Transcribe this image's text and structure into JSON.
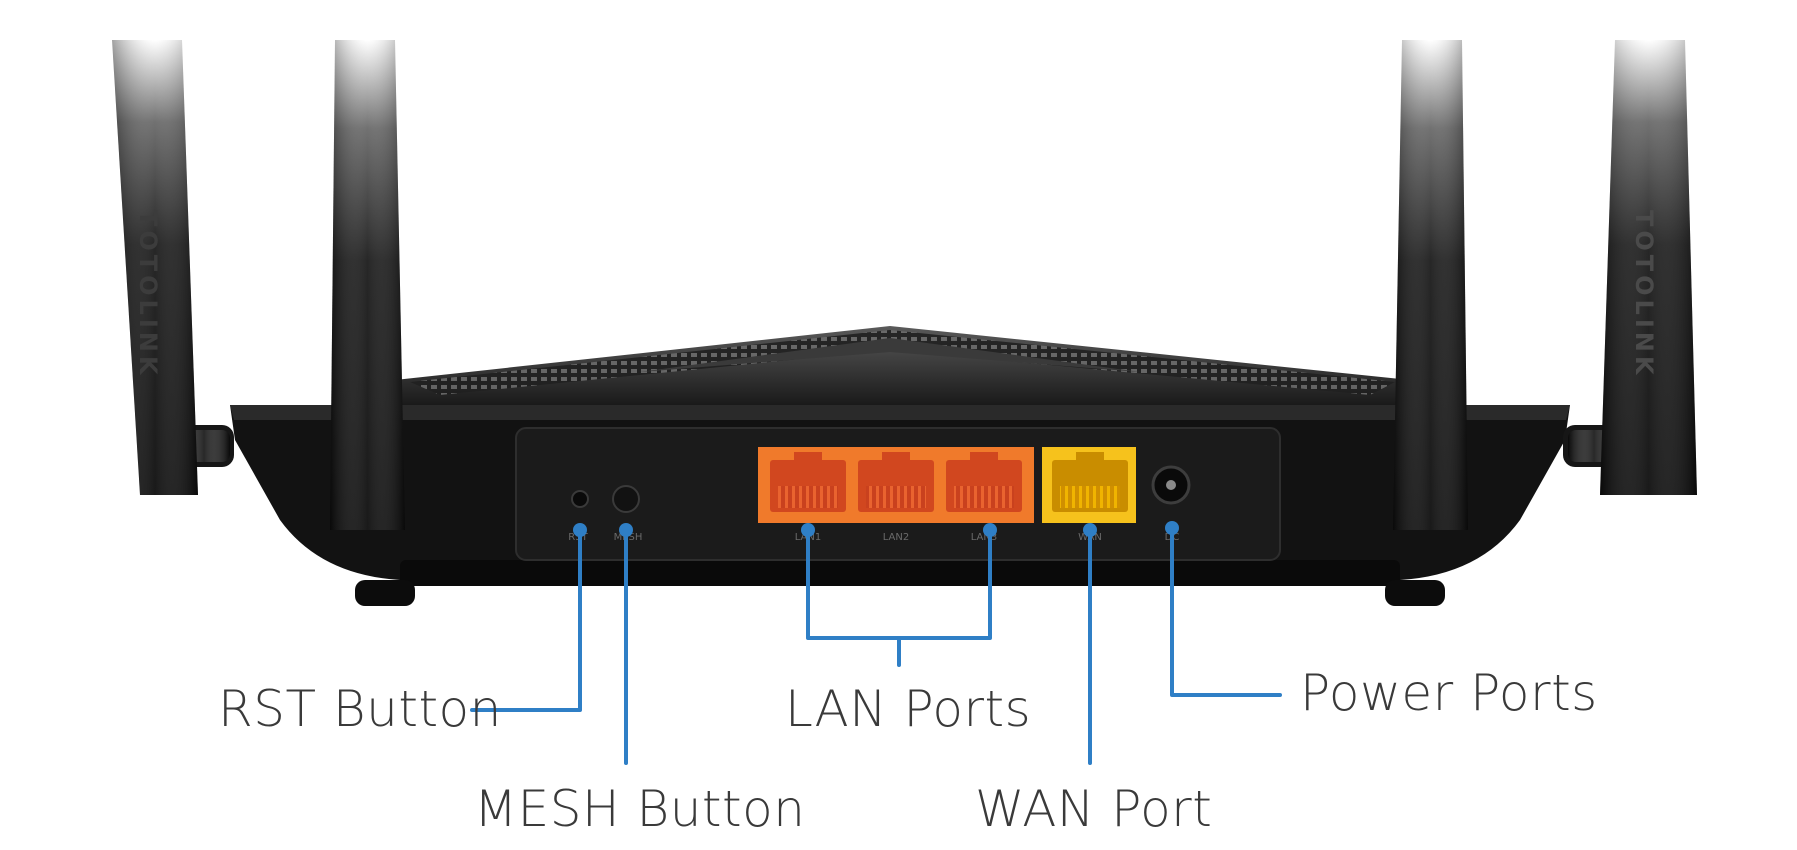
{
  "brand_text": "TOTOLINK",
  "port_labels": {
    "rst": "RST",
    "mesh": "MESH",
    "lan1": "LAN1",
    "lan2": "LAN2",
    "lan3": "LAN3",
    "wan": "WAN",
    "dc": "DC"
  },
  "callouts": {
    "rst_button": "RST Button",
    "mesh_button": "MESH Button",
    "lan_ports": "LAN Ports",
    "wan_port": "WAN Port",
    "power_ports": "Power Ports"
  },
  "colors": {
    "callout_line": "#2f7fc6",
    "lan_port": "#f07a2b",
    "wan_port": "#f6c21c",
    "body": "#141414",
    "label_text": "#3a3a3a"
  },
  "icons": [
    "router-body",
    "antenna",
    "rj45-port",
    "dc-jack",
    "button"
  ]
}
